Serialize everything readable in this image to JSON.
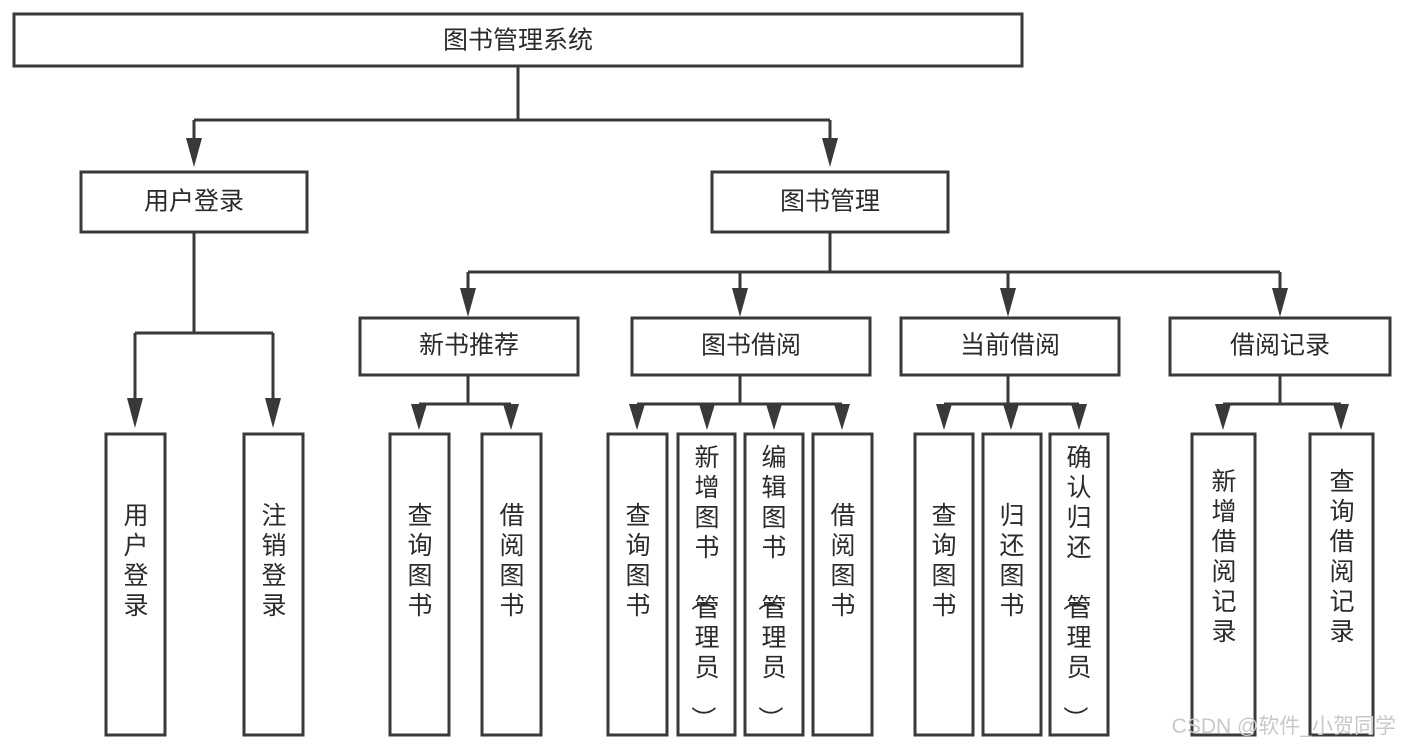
{
  "diagram": {
    "title": "图书管理系统",
    "type": "tree-hierarchy-diagram",
    "colors": {
      "box_stroke": "#393939",
      "box_fill": "#ffffff",
      "text": "#2b2b2b",
      "background": "#ffffff",
      "watermark": "#c9c9c9"
    },
    "root": {
      "label": "图书管理系统"
    },
    "level2": [
      {
        "label": "用户登录"
      },
      {
        "label": "图书管理"
      }
    ],
    "level3": [
      {
        "label": "新书推荐"
      },
      {
        "label": "图书借阅"
      },
      {
        "label": "当前借阅"
      },
      {
        "label": "借阅记录"
      }
    ],
    "leaves": {
      "user_login": [
        {
          "label": "用户登录"
        },
        {
          "label": "注销登录"
        }
      ],
      "new_book_recommend": [
        {
          "label": "查询图书"
        },
        {
          "label": "借阅图书"
        }
      ],
      "book_borrow": [
        {
          "label": "查询图书"
        },
        {
          "label": "新增图书（管理员）"
        },
        {
          "label": "编辑图书（管理员）"
        },
        {
          "label": "借阅图书"
        }
      ],
      "current_borrow": [
        {
          "label": "查询图书"
        },
        {
          "label": "归还图书"
        },
        {
          "label": "确认归还（管理员）"
        }
      ],
      "borrow_record": [
        {
          "label": "新增借阅记录"
        },
        {
          "label": "查询借阅记录"
        }
      ]
    },
    "watermark": "CSDN @软件_小贺同学"
  }
}
